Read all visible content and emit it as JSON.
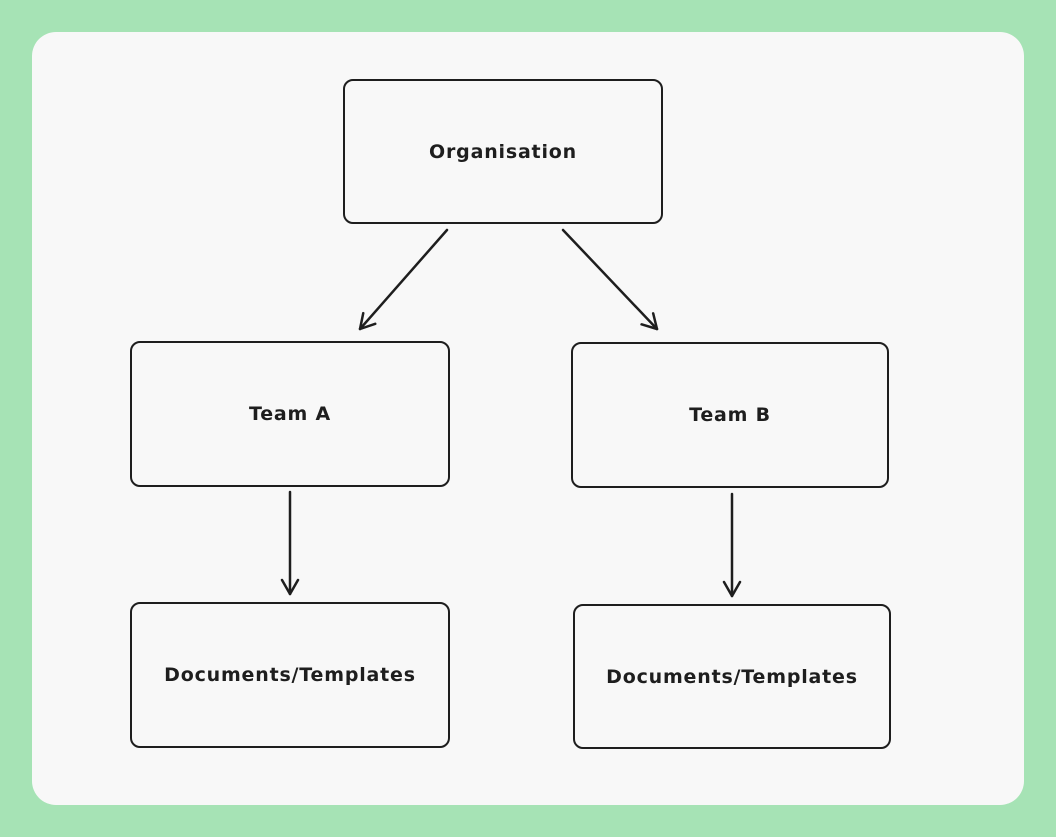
{
  "diagram": {
    "type": "org-hierarchy-flowchart",
    "nodes": [
      {
        "id": "organisation",
        "label": "Organisation"
      },
      {
        "id": "team-a",
        "label": "Team A"
      },
      {
        "id": "team-b",
        "label": "Team B"
      },
      {
        "id": "docs-a",
        "label": "Documents/Templates"
      },
      {
        "id": "docs-b",
        "label": "Documents/Templates"
      }
    ],
    "edges": [
      {
        "from": "organisation",
        "to": "team-a"
      },
      {
        "from": "organisation",
        "to": "team-b"
      },
      {
        "from": "team-a",
        "to": "docs-a"
      },
      {
        "from": "team-b",
        "to": "docs-b"
      }
    ],
    "colors": {
      "frame_background": "#a6e3b5",
      "canvas_background": "#f8f8f8",
      "stroke": "#1e1e1e",
      "text": "#1e1e1e"
    }
  }
}
